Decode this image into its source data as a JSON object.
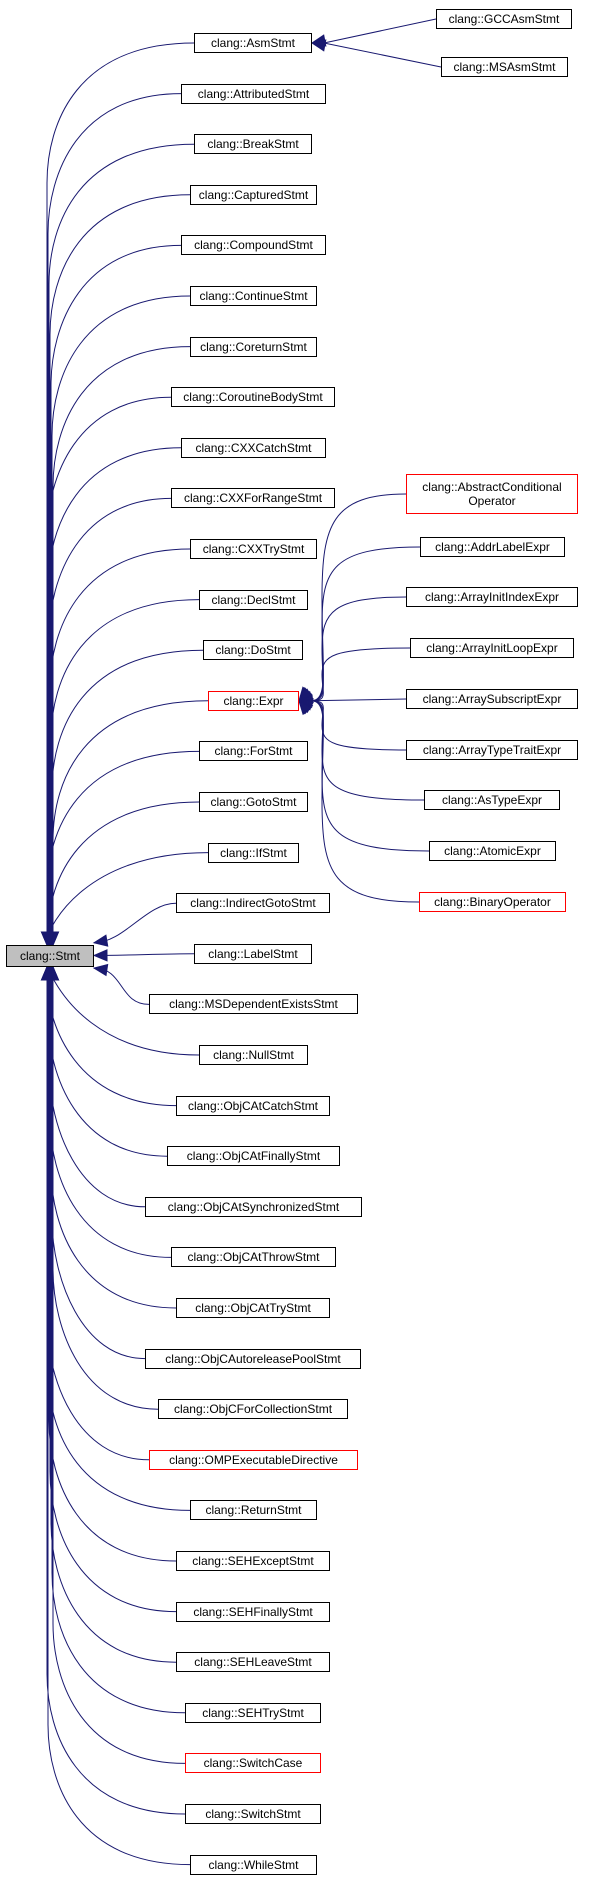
{
  "root": {
    "label": "clang::Stmt"
  },
  "colors": {
    "edge": "#191970",
    "border": "#000000",
    "truncated_border": "#ff0000",
    "root_fill": "#bfbfbf"
  },
  "stmt_children": [
    {
      "label": "clang::AsmStmt",
      "truncated": false
    },
    {
      "label": "clang::AttributedStmt",
      "truncated": false
    },
    {
      "label": "clang::BreakStmt",
      "truncated": false
    },
    {
      "label": "clang::CapturedStmt",
      "truncated": false
    },
    {
      "label": "clang::CompoundStmt",
      "truncated": false
    },
    {
      "label": "clang::ContinueStmt",
      "truncated": false
    },
    {
      "label": "clang::CoreturnStmt",
      "truncated": false
    },
    {
      "label": "clang::CoroutineBodyStmt",
      "truncated": false
    },
    {
      "label": "clang::CXXCatchStmt",
      "truncated": false
    },
    {
      "label": "clang::CXXForRangeStmt",
      "truncated": false
    },
    {
      "label": "clang::CXXTryStmt",
      "truncated": false
    },
    {
      "label": "clang::DeclStmt",
      "truncated": false
    },
    {
      "label": "clang::DoStmt",
      "truncated": false
    },
    {
      "label": "clang::Expr",
      "truncated": true
    },
    {
      "label": "clang::ForStmt",
      "truncated": false
    },
    {
      "label": "clang::GotoStmt",
      "truncated": false
    },
    {
      "label": "clang::IfStmt",
      "truncated": false
    },
    {
      "label": "clang::IndirectGotoStmt",
      "truncated": false
    },
    {
      "label": "clang::LabelStmt",
      "truncated": false
    },
    {
      "label": "clang::MSDependentExistsStmt",
      "truncated": false
    },
    {
      "label": "clang::NullStmt",
      "truncated": false
    },
    {
      "label": "clang::ObjCAtCatchStmt",
      "truncated": false
    },
    {
      "label": "clang::ObjCAtFinallyStmt",
      "truncated": false
    },
    {
      "label": "clang::ObjCAtSynchronizedStmt",
      "truncated": false
    },
    {
      "label": "clang::ObjCAtThrowStmt",
      "truncated": false
    },
    {
      "label": "clang::ObjCAtTryStmt",
      "truncated": false
    },
    {
      "label": "clang::ObjCAutoreleasePoolStmt",
      "truncated": false
    },
    {
      "label": "clang::ObjCForCollectionStmt",
      "truncated": false
    },
    {
      "label": "clang::OMPExecutableDirective",
      "truncated": true
    },
    {
      "label": "clang::ReturnStmt",
      "truncated": false
    },
    {
      "label": "clang::SEHExceptStmt",
      "truncated": false
    },
    {
      "label": "clang::SEHFinallyStmt",
      "truncated": false
    },
    {
      "label": "clang::SEHLeaveStmt",
      "truncated": false
    },
    {
      "label": "clang::SEHTryStmt",
      "truncated": false
    },
    {
      "label": "clang::SwitchCase",
      "truncated": true
    },
    {
      "label": "clang::SwitchStmt",
      "truncated": false
    },
    {
      "label": "clang::WhileStmt",
      "truncated": false
    }
  ],
  "asmstmt_children": [
    {
      "label": "clang::GCCAsmStmt",
      "truncated": false
    },
    {
      "label": "clang::MSAsmStmt",
      "truncated": false
    }
  ],
  "expr_children": [
    {
      "label": "clang::AbstractConditional\nOperator",
      "truncated": true
    },
    {
      "label": "clang::AddrLabelExpr",
      "truncated": false
    },
    {
      "label": "clang::ArrayInitIndexExpr",
      "truncated": false
    },
    {
      "label": "clang::ArrayInitLoopExpr",
      "truncated": false
    },
    {
      "label": "clang::ArraySubscriptExpr",
      "truncated": false
    },
    {
      "label": "clang::ArrayTypeTraitExpr",
      "truncated": false
    },
    {
      "label": "clang::AsTypeExpr",
      "truncated": false
    },
    {
      "label": "clang::AtomicExpr",
      "truncated": false
    },
    {
      "label": "clang::BinaryOperator",
      "truncated": true
    }
  ]
}
